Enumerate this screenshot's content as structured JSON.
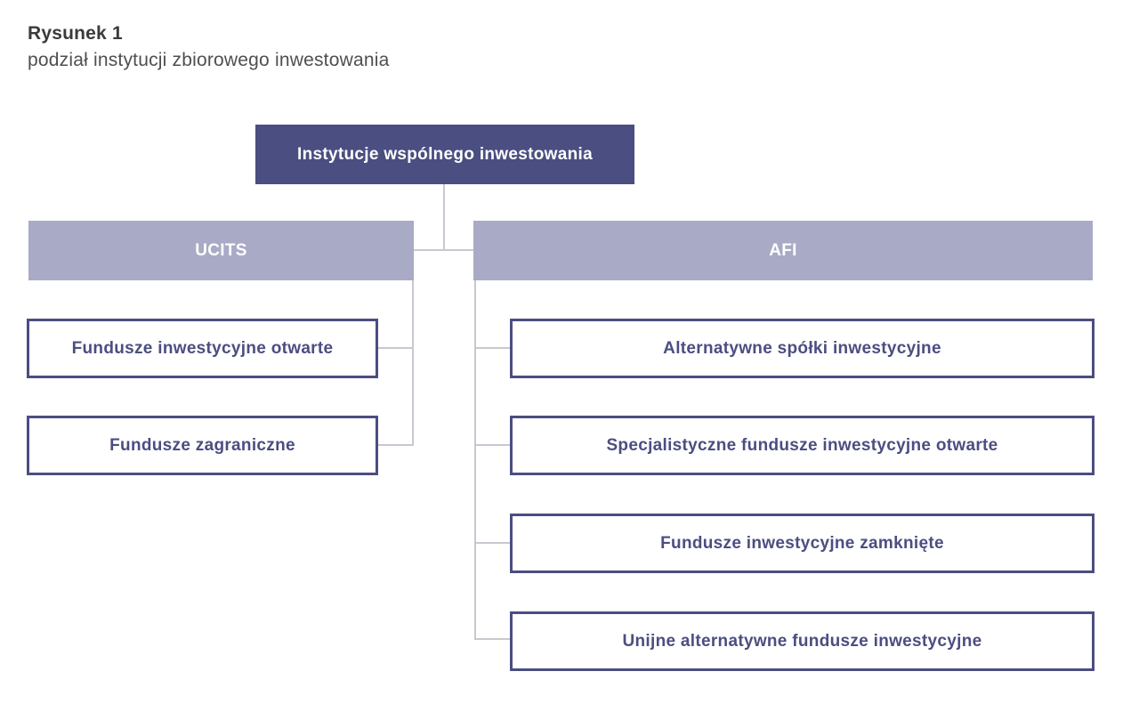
{
  "figure": {
    "label": "Rysunek 1",
    "caption": "podział instytucji zbiorowego inwestowania"
  },
  "colors": {
    "dark_purple": "#4b4e81",
    "light_purple": "#a9aac6",
    "connector_line": "#c8c8d0",
    "title_text": "#3b3b3b",
    "caption_text": "#4f4f4f",
    "root_text": "#ffffff",
    "branch_text": "#ffffff",
    "leaf_text": "#4b4e81",
    "background": "#ffffff"
  },
  "tree": {
    "root": {
      "label": "Instytucje wspólnego inwestowania"
    },
    "branches": [
      {
        "label": "UCITS",
        "children": [
          "Fundusze inwestycyjne otwarte",
          "Fundusze zagraniczne"
        ]
      },
      {
        "label": "AFI",
        "children": [
          "Alternatywne spółki inwestycyjne",
          "Specjalistyczne fundusze inwestycyjne otwarte",
          "Fundusze inwestycyjne zamknięte",
          "Unijne alternatywne fundusze inwestycyjne"
        ]
      }
    ]
  }
}
